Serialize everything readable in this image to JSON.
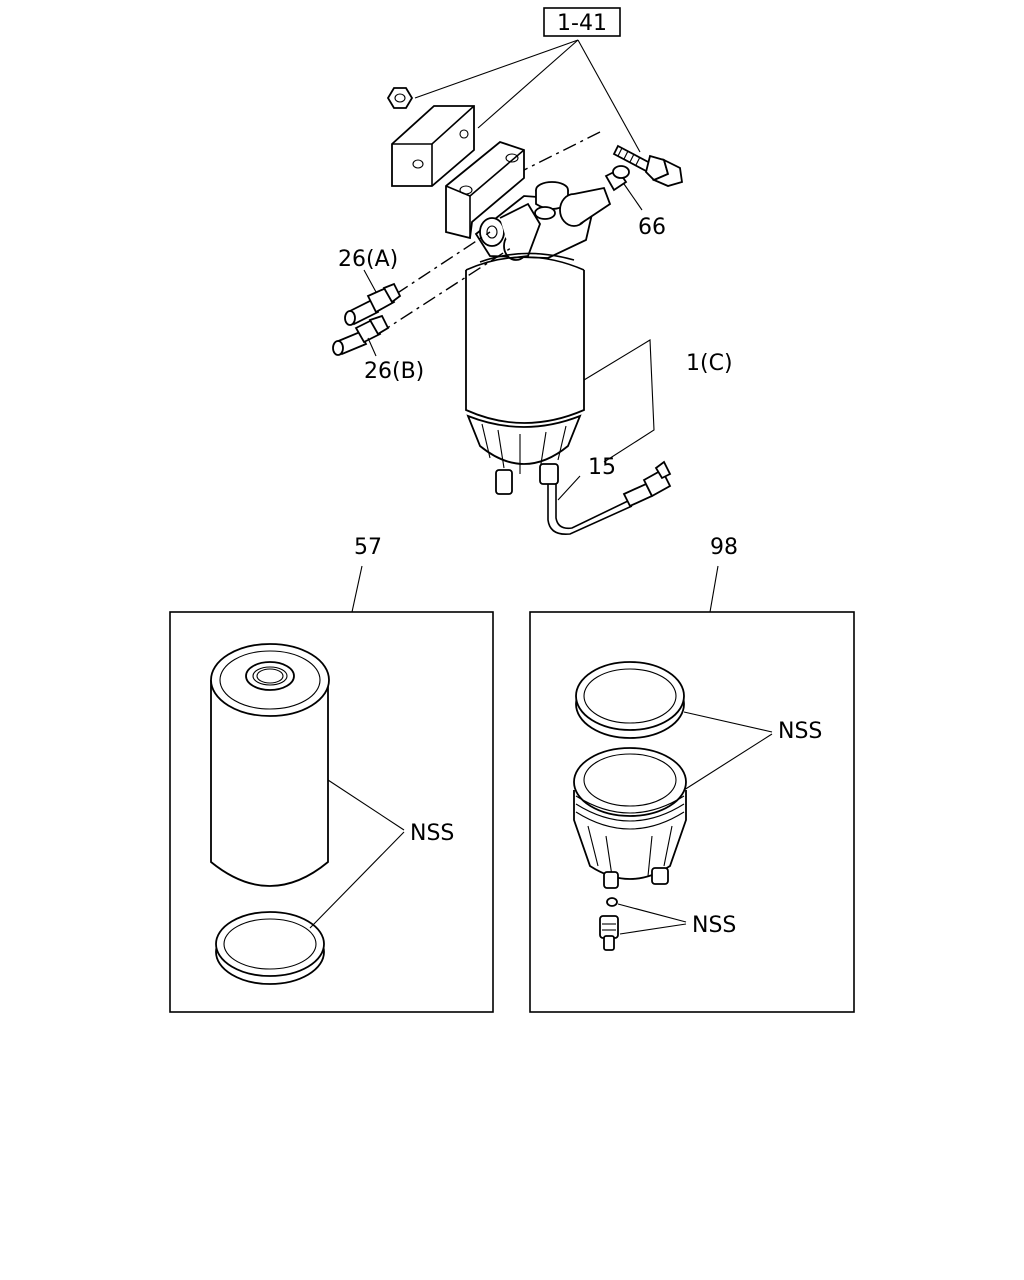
{
  "labels": {
    "ref_1_41": "1-41",
    "part_66": "66",
    "part_26a": "26(A)",
    "part_26b": "26(B)",
    "part_1c": "1(C)",
    "part_15": "15",
    "part_57": "57",
    "part_98": "98",
    "nss_57": "NSS",
    "nss_98_ring": "NSS",
    "nss_98_sensor": "NSS"
  }
}
